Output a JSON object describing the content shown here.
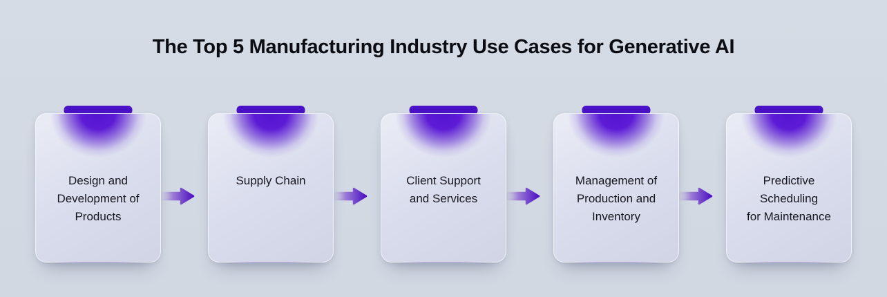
{
  "title": "The Top 5 Manufacturing Industry Use Cases for Generative AI",
  "flow": {
    "type": "horizontal-step-flow",
    "connector": "arrow-right",
    "steps": [
      {
        "label": "Design and\nDevelopment of\nProducts"
      },
      {
        "label": "Supply Chain"
      },
      {
        "label": "Client Support\nand Services"
      },
      {
        "label": "Management of\nProduction and\nInventory"
      },
      {
        "label": "Predictive\nScheduling\nfor Maintenance"
      }
    ]
  },
  "colors": {
    "background": "#d4dae3",
    "accent_purple": "#4a12c6",
    "glow_purple": "#5d1bd6",
    "arrow_start": "#c9c5e2",
    "arrow_end": "#4c10c2",
    "title_text": "#0b0d13",
    "card_text": "#16161e"
  }
}
